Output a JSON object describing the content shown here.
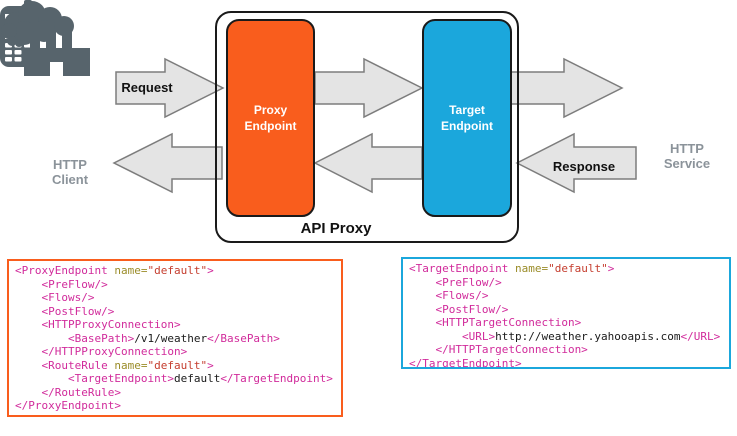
{
  "diagram": {
    "container_label": "API Proxy",
    "request_label": "Request",
    "response_label": "Response",
    "client": {
      "icon": "mobile-phone-icon",
      "label": [
        "HTTP",
        "Client"
      ]
    },
    "service": {
      "icon": "factory-smoke-cloud-icon",
      "label": [
        "HTTP",
        "Service"
      ]
    },
    "proxy_box": {
      "label": [
        "Proxy",
        "Endpoint"
      ]
    },
    "target_box": {
      "label": [
        "Target",
        "Endpoint"
      ]
    }
  },
  "colors": {
    "proxy_orange": "#f95d1d",
    "target_blue": "#1ba7dc",
    "arrow_fill": "#e4e4e4",
    "arrow_stroke": "#7d7d7d",
    "icon_gray": "#57646c",
    "caption_gray": "#8b939a",
    "code_tag": "#d12b9b",
    "code_attr": "#9a8c28",
    "code_value": "#c53d2e",
    "code_plain": "#1a1a1a"
  },
  "code": {
    "proxy": {
      "lines": [
        [
          {
            "c": "tag",
            "t": "<ProxyEndpoint"
          },
          {
            "c": "plain",
            "t": " "
          },
          {
            "c": "attr",
            "t": "name="
          },
          {
            "c": "val",
            "t": "\"default\""
          },
          {
            "c": "tag",
            "t": ">"
          }
        ],
        [
          {
            "c": "tag",
            "t": "    <PreFlow/>"
          }
        ],
        [
          {
            "c": "tag",
            "t": "    <Flows/>"
          }
        ],
        [
          {
            "c": "tag",
            "t": "    <PostFlow/>"
          }
        ],
        [
          {
            "c": "tag",
            "t": "    <HTTPProxyConnection>"
          }
        ],
        [
          {
            "c": "tag",
            "t": "        <BasePath>"
          },
          {
            "c": "plain",
            "t": "/v1/weather"
          },
          {
            "c": "tag",
            "t": "</BasePath>"
          }
        ],
        [
          {
            "c": "tag",
            "t": "    </HTTPProxyConnection>"
          }
        ],
        [
          {
            "c": "tag",
            "t": "    <RouteRule"
          },
          {
            "c": "plain",
            "t": " "
          },
          {
            "c": "attr",
            "t": "name="
          },
          {
            "c": "val",
            "t": "\"default\""
          },
          {
            "c": "tag",
            "t": ">"
          }
        ],
        [
          {
            "c": "tag",
            "t": "        <TargetEndpoint>"
          },
          {
            "c": "plain",
            "t": "default"
          },
          {
            "c": "tag",
            "t": "</TargetEndpoint>"
          }
        ],
        [
          {
            "c": "tag",
            "t": "    </RouteRule>"
          }
        ],
        [
          {
            "c": "tag",
            "t": "</ProxyEndpoint>"
          }
        ]
      ]
    },
    "target": {
      "lines": [
        [
          {
            "c": "tag",
            "t": "<TargetEndpoint"
          },
          {
            "c": "plain",
            "t": " "
          },
          {
            "c": "attr",
            "t": "name="
          },
          {
            "c": "val",
            "t": "\"default\""
          },
          {
            "c": "tag",
            "t": ">"
          }
        ],
        [
          {
            "c": "tag",
            "t": "    <PreFlow/>"
          }
        ],
        [
          {
            "c": "tag",
            "t": "    <Flows/>"
          }
        ],
        [
          {
            "c": "tag",
            "t": "    <PostFlow/>"
          }
        ],
        [
          {
            "c": "tag",
            "t": "    <HTTPTargetConnection>"
          }
        ],
        [
          {
            "c": "tag",
            "t": "        <URL>"
          },
          {
            "c": "plain",
            "t": "http://weather.yahooapis.com"
          },
          {
            "c": "tag",
            "t": "</URL>"
          }
        ],
        [
          {
            "c": "tag",
            "t": "    </HTTPTargetConnection>"
          }
        ],
        [
          {
            "c": "tag",
            "t": "</TargetEndpoint>"
          }
        ]
      ]
    }
  }
}
